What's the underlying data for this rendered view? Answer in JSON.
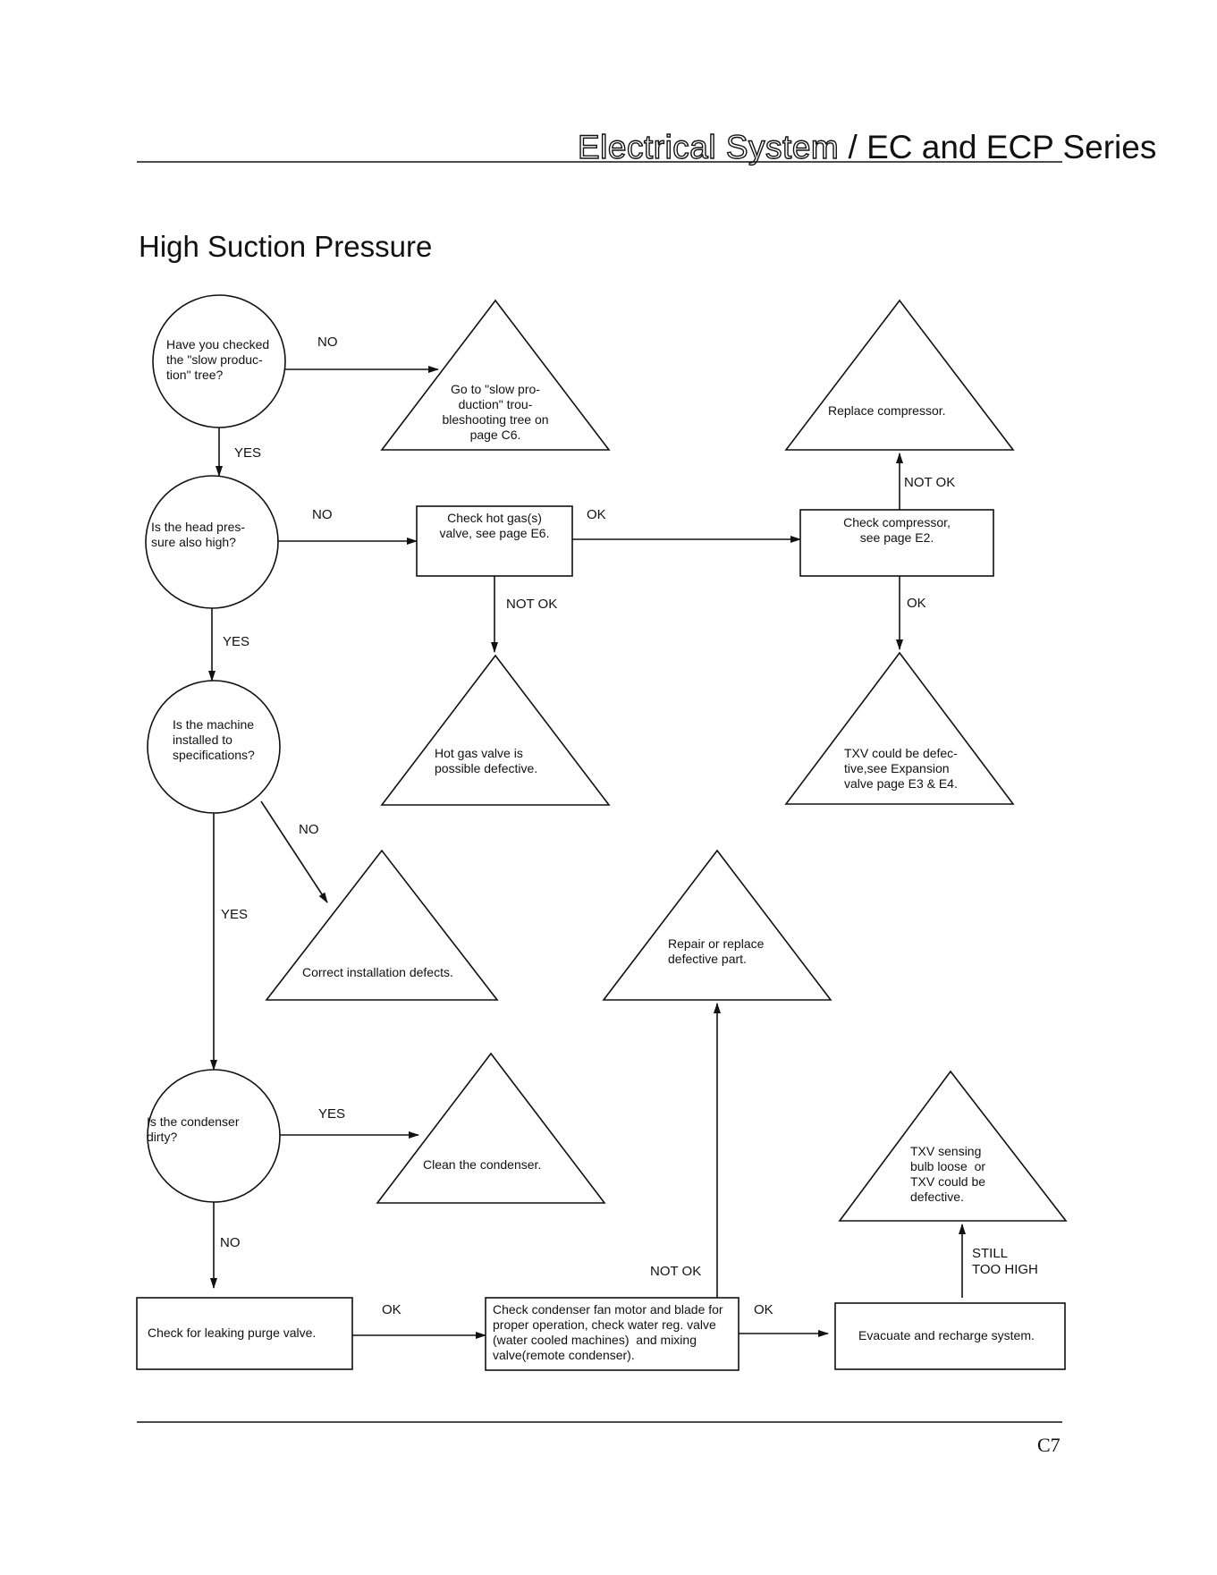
{
  "header": {
    "system_label": "Electrical System",
    "separator": " / ",
    "series_label": "EC and ECP Series"
  },
  "title": "High Suction Pressure",
  "nodes": {
    "q_slow_production": "Have you checked\nthe \"slow produc-\ntion\" tree?",
    "q_head_pressure": "Is the head pres-\nsure also high?",
    "q_installed": "Is the machine\ninstalled to\nspecifications?",
    "q_condenser_dirty": "Is the condenser\ndirty?",
    "goto_slow_production": "Go to \"slow pro-\nduction\" trou-\nbleshooting tree on\npage C6.",
    "check_hot_gas": "Check hot gas(s)\nvalve, see page E6.",
    "hot_gas_defective": "Hot gas valve is\npossible defective.",
    "replace_compressor": "Replace compressor.",
    "check_compressor": "Check compressor,\nsee page E2.",
    "txv_defective": "TXV could be defec-\ntive,see Expansion\nvalve page E3 & E4.",
    "correct_installation": "Correct installation defects.",
    "repair_replace": "Repair or replace\ndefective part.",
    "clean_condenser": "Clean the condenser.",
    "txv_sensing_bulb": "TXV sensing\nbulb loose  or\nTXV could be\ndefective.",
    "check_purge_valve": "Check for leaking purge valve.",
    "check_condenser_fan": "Check condenser fan motor and blade for\nproper operation, check water reg. valve\n(water cooled machines)  and mixing\nvalve(remote condenser).",
    "evacuate_recharge": "Evacuate and recharge system."
  },
  "edge_labels": {
    "no_slow": "NO",
    "yes_slow": "YES",
    "no_head": "NO",
    "ok_hot_gas": "OK",
    "not_ok_hot_gas": "NOT OK",
    "not_ok_compressor": "NOT OK",
    "ok_compressor": "OK",
    "yes_head": "YES",
    "no_installed": "NO",
    "yes_installed": "YES",
    "yes_condenser": "YES",
    "no_condenser": "NO",
    "ok_purge": "OK",
    "not_ok_fan": "NOT OK",
    "ok_fan": "OK",
    "still_too_high": "STILL\nTOO HIGH"
  },
  "page_number": "C7"
}
